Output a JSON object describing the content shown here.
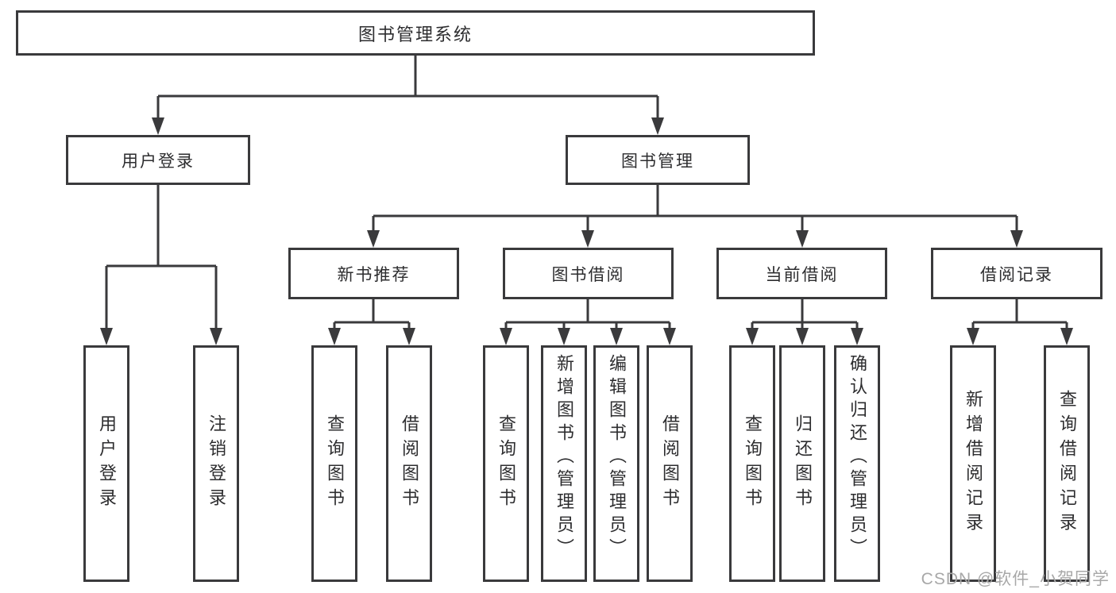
{
  "tree": {
    "root": "图书管理系统",
    "level2": {
      "user_login": "用户登录",
      "book_management": "图书管理"
    },
    "level3": {
      "recommend": "新书推荐",
      "borrow": "图书借阅",
      "current": "当前借阅",
      "records": "借阅记录"
    },
    "leaves": {
      "user": [
        "用户登录",
        "注销登录"
      ],
      "recommend": [
        "查询图书",
        "借阅图书"
      ],
      "borrow": [
        "查询图书",
        "新增图书（管理员）",
        "编辑图书（管理员）",
        "借阅图书"
      ],
      "current": [
        "查询图书",
        "归还图书",
        "确认归还（管理员）"
      ],
      "records": [
        "新增借阅记录",
        "查询借阅记录"
      ]
    }
  },
  "watermark": "CSDN @软件_小贺同学",
  "colors": {
    "line": "#3a3a3c",
    "text": "#2d2d2f",
    "background": "#ffffff",
    "watermark": "#a8a8a8"
  }
}
